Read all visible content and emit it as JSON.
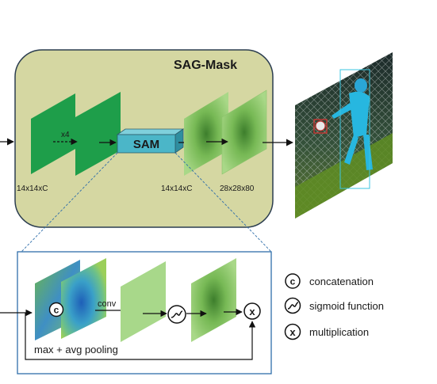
{
  "top_block": {
    "title": "SAG-Mask",
    "x4": "x4",
    "sam": "SAM",
    "dim_left": "14x14xC",
    "dim_mid": "14x14xC",
    "dim_right": "28x28x80"
  },
  "detail": {
    "concat_symbol": "c",
    "conv_label": "conv",
    "multiply_symbol": "x",
    "pooling_label": "max + avg pooling"
  },
  "legend": {
    "concat": {
      "symbol": "c",
      "label": "concatenation"
    },
    "sigmoid": {
      "label": "sigmoid function"
    },
    "multiply": {
      "symbol": "x",
      "label": "multiplication"
    }
  },
  "colors": {
    "panel_fill": "#d5d7a2",
    "panel_border": "#2c3e50",
    "feature_green": "#1e9e4a",
    "sam_box": "#4bb6c8",
    "accent_blue": "#2f6eaa"
  }
}
